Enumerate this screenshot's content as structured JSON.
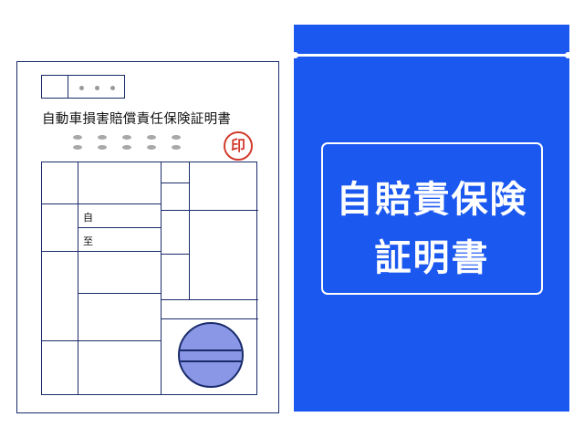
{
  "certificate": {
    "title": "自動車損害賠償責任保険証明書",
    "seal_text": "印",
    "period_from_label": "自",
    "period_to_label": "至",
    "colors": {
      "border": "#1a2c6b",
      "seal": "#d23b2e",
      "stamp_fill": "#8a97e6",
      "placeholder": "#9a9a9a"
    }
  },
  "envelope": {
    "line1": "自賠責保険",
    "line2": "証明書",
    "colors": {
      "background": "#1b58f0",
      "text": "#ffffff"
    }
  }
}
